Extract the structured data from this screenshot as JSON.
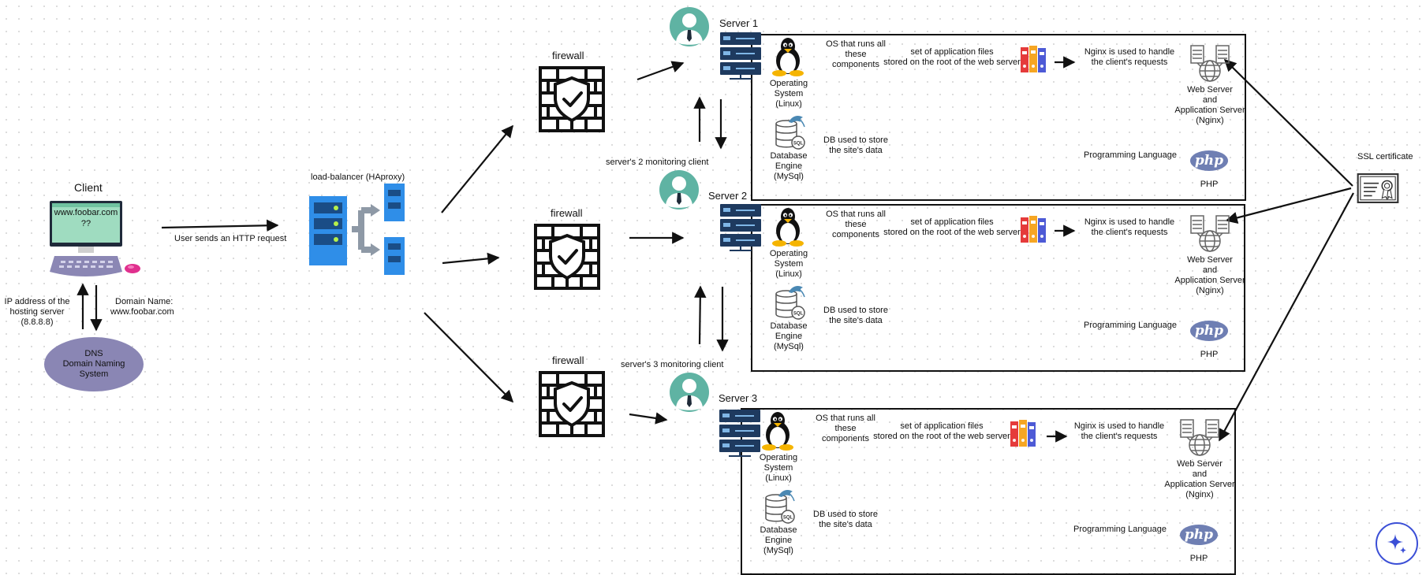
{
  "client": {
    "title": "Client",
    "screen_url": "www.foobar.com",
    "screen_q": "??",
    "request_label": "User sends an HTTP request",
    "ip_label_1": "IP address of the",
    "ip_label_2": "hosting server",
    "ip_label_3": "(8.8.8.8)",
    "domain_label_1": "Domain Name:",
    "domain_label_2": "www.foobar.com"
  },
  "dns": {
    "line1": "DNS",
    "line2": "Domain Naming",
    "line3": "System"
  },
  "load_balancer": {
    "label": "load-balancer (HAproxy)"
  },
  "firewalls": {
    "f1": "firewall",
    "f2": "firewall",
    "f3": "firewall"
  },
  "monitoring": {
    "server2": "server's 2 monitoring client",
    "server3": "server's 3 monitoring client"
  },
  "ssl": {
    "label": "SSL certificate"
  },
  "servers": [
    {
      "name": "Server 1",
      "os_desc_1": "OS that runs all",
      "os_desc_2": "these",
      "os_desc_3": "components",
      "files_desc_1": "set of application files",
      "files_desc_2": "stored on the root of the web server",
      "nginx_desc_1": "Nginx is used to handle",
      "nginx_desc_2": "the client's  requests",
      "os_1": "Operating",
      "os_2": "System",
      "os_3": "(Linux)",
      "web_1": "Web Server",
      "web_2": "and",
      "web_3": "Application Server",
      "web_4": "(Nginx)",
      "db_desc_1": "DB used to store",
      "db_desc_2": "the site's data",
      "db_1": "Database",
      "db_2": "Engine",
      "db_3": "(MySql)",
      "lang": "Programming Language",
      "php_logo": "php",
      "php": "PHP"
    },
    {
      "name": "Server 2",
      "os_desc_1": "OS that runs all",
      "os_desc_2": "these",
      "os_desc_3": "components",
      "files_desc_1": "set of application files",
      "files_desc_2": "stored on the root of the web server",
      "nginx_desc_1": "Nginx is used to handle",
      "nginx_desc_2": "the client's  requests",
      "os_1": "Operating",
      "os_2": "System",
      "os_3": "(Linux)",
      "web_1": "Web Server",
      "web_2": "and",
      "web_3": "Application Server",
      "web_4": "(Nginx)",
      "db_desc_1": "DB used to store",
      "db_desc_2": "the site's data",
      "db_1": "Database",
      "db_2": "Engine",
      "db_3": "(MySql)",
      "lang": "Programming Language",
      "php_logo": "php",
      "php": "PHP"
    },
    {
      "name": "Server 3",
      "os_desc_1": "OS that runs all",
      "os_desc_2": "these",
      "os_desc_3": "components",
      "files_desc_1": "set of application files",
      "files_desc_2": "stored on the root of the web server",
      "nginx_desc_1": "Nginx is used to handle",
      "nginx_desc_2": "the client's  requests",
      "os_1": "Operating",
      "os_2": "System",
      "os_3": "(Linux)",
      "web_1": "Web Server",
      "web_2": "and",
      "web_3": "Application Server",
      "web_4": "(Nginx)",
      "db_desc_1": "DB used to store",
      "db_desc_2": "the site's data",
      "db_1": "Database",
      "db_2": "Engine",
      "db_3": "(MySql)",
      "lang": "Programming Language",
      "php_logo": "php",
      "php": "PHP"
    }
  ],
  "icons": {
    "firewall": "firewall-shield-icon",
    "user": "user-avatar-icon",
    "server": "server-rack-icon",
    "linux": "linux-penguin-icon",
    "binders": "binder-files-icon",
    "web": "web-server-globe-icon",
    "db": "mysql-database-icon",
    "php": "php-logo-icon",
    "ssl": "ssl-certificate-icon",
    "fab": "sparkle-assistant-icon"
  },
  "colors": {
    "server_blue": "#1e3a5f",
    "lb_blue": "#2f8ee8",
    "avatar_teal": "#5fb3a3",
    "dns_purple": "#8a86b4",
    "php_blue": "#6f7fb3",
    "fab_blue": "#3b4fd6"
  }
}
